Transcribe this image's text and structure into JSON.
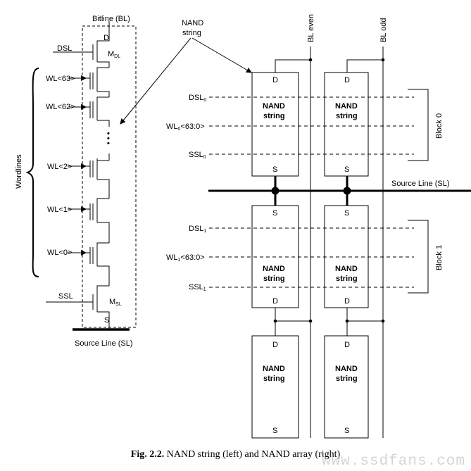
{
  "left": {
    "bitline": "Bitline (BL)",
    "dsl": "DSL",
    "ssl": "SSL",
    "mdl": "M",
    "mdl_sub": "DL",
    "msl": "M",
    "msl_sub": "SL",
    "d": "D",
    "s": "S",
    "wordlines": "Wordlines",
    "wl63": "WL<63>",
    "wl62": "WL<62>",
    "wl2": "WL<2>",
    "wl1": "WL<1>",
    "wl0": "WL<0>",
    "dots": "•\n•\n•",
    "source_line": "Source Line (SL)"
  },
  "right": {
    "nand_callout_1": "NAND",
    "nand_callout_2": "string",
    "bl_even": "BL even",
    "bl_odd": "BL odd",
    "string_1": "NAND",
    "string_2": "string",
    "d": "D",
    "s": "S",
    "dsl0": "DSL",
    "dsl0_sub": "0",
    "wl0_pre": "WL",
    "wl0_sub": "0",
    "wl0_post": "<63:0>",
    "ssl0": "SSL",
    "ssl0_sub": "0",
    "dsl1": "DSL",
    "dsl1_sub": "1",
    "wl1_pre": "WL",
    "wl1_sub": "1",
    "wl1_post": "<63:0>",
    "ssl1": "SSL",
    "ssl1_sub": "1",
    "block0": "Block 0",
    "block1": "Block 1",
    "source_line": "Source Line (SL)"
  },
  "caption": {
    "fig": "Fig. 2.2.",
    "text": " NAND string (left) and NAND array (right)"
  },
  "watermark": "www.ssdfans.com"
}
